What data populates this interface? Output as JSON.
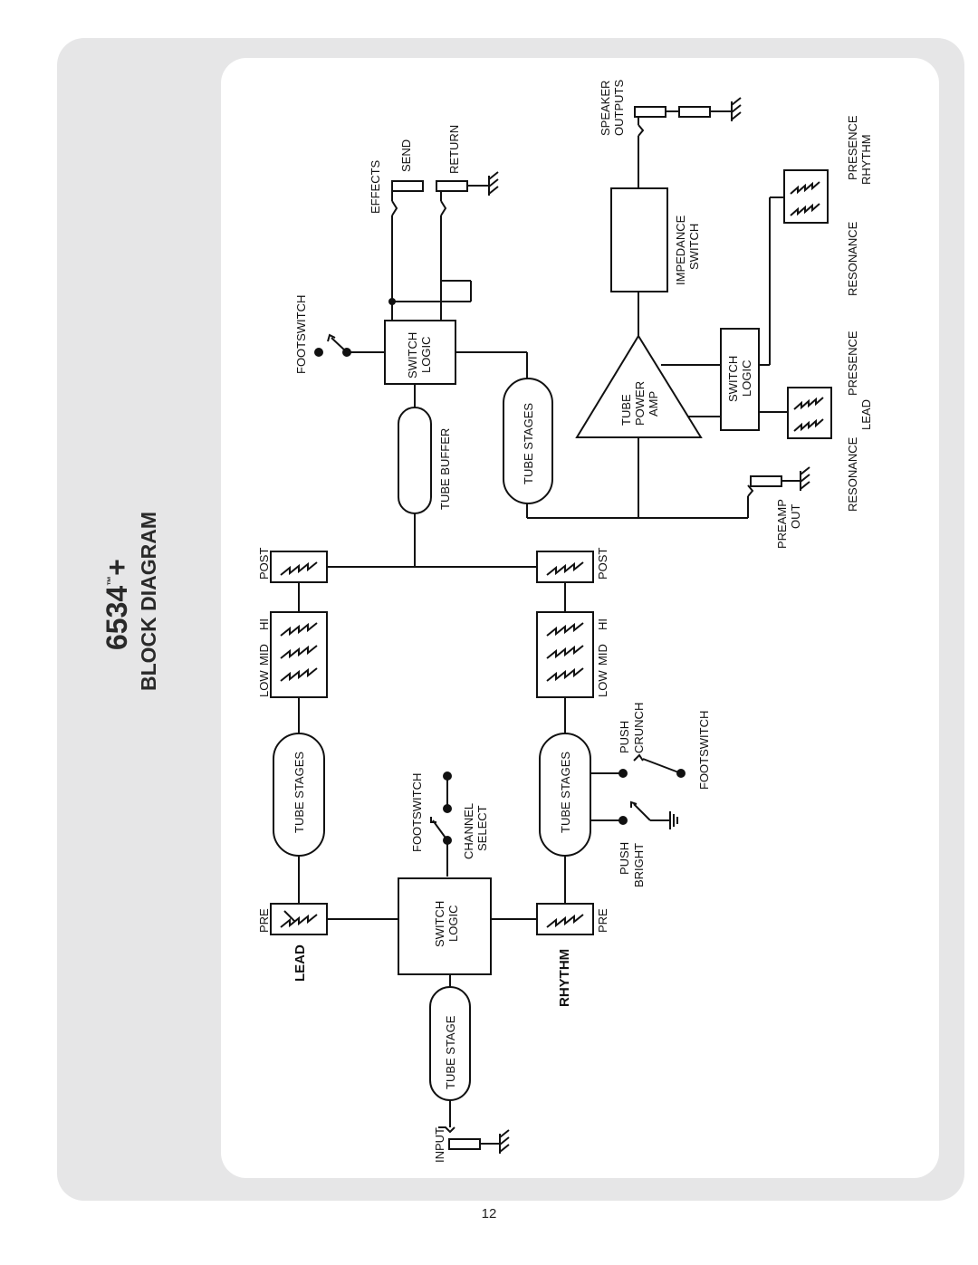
{
  "title": {
    "model": "6534",
    "tm": "™",
    "plus": "+",
    "subtitle": "BLOCK DIAGRAM"
  },
  "page_number": "12",
  "blocks": {
    "input": "INPUT",
    "tube_stage": "TUBE STAGE",
    "lead_channel": "LEAD",
    "rhythm_channel": "RHYTHM",
    "switch_logic_line1": "SWITCH",
    "switch_logic_line2": "LOGIC",
    "pre": "PRE",
    "post": "POST",
    "tube_stages": "TUBE STAGES",
    "eq_low": "LOW",
    "eq_mid": "MID",
    "eq_hi": "HI",
    "footswitch": "FOOTSWITCH",
    "channel_select_line1": "CHANNEL",
    "channel_select_line2": "SELECT",
    "push_bright_line1": "PUSH",
    "push_bright_line2": "BRIGHT",
    "push_crunch_line1": "PUSH",
    "push_crunch_line2": "CRUNCH",
    "tube_buffer": "TUBE BUFFER",
    "preamp_out_line1": "PREAMP",
    "preamp_out_line2": "OUT",
    "tube_power_amp_line1": "TUBE",
    "tube_power_amp_line2": "POWER",
    "tube_power_amp_line3": "AMP",
    "resonance": "RESONANCE",
    "presence": "PRESENCE",
    "lead_sub": "LEAD",
    "rhythm_sub": "RHYTHM",
    "impedance_line1": "IMPEDANCE",
    "impedance_line2": "SWITCH",
    "effects": "EFFECTS",
    "send": "SEND",
    "return": "RETURN",
    "speaker_line1": "SPEAKER",
    "speaker_line2": "OUTPUTS"
  }
}
